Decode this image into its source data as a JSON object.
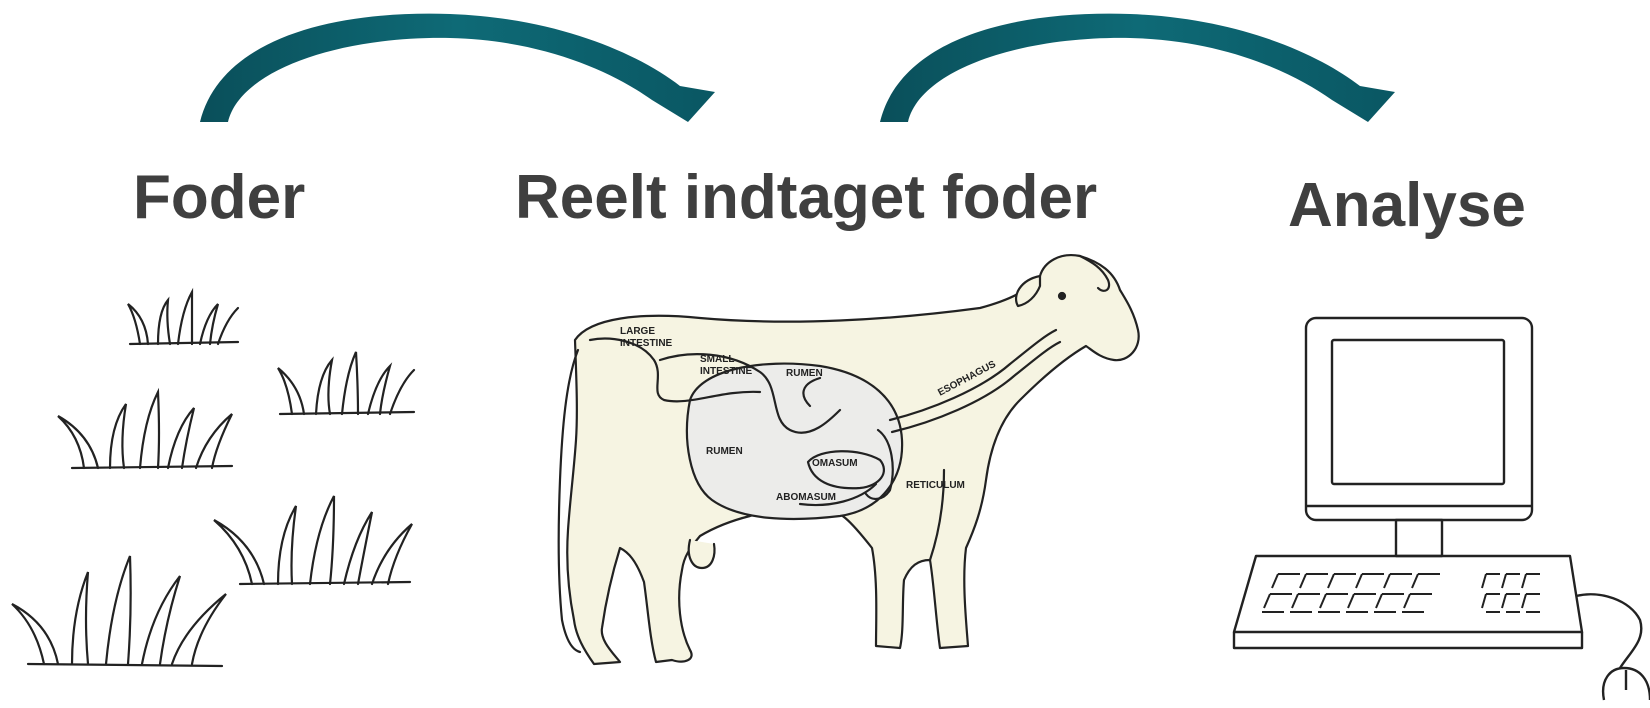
{
  "steps": [
    {
      "label": "Foder"
    },
    {
      "label": "Reelt indtaget foder"
    },
    {
      "label": "Analyse"
    }
  ],
  "cow_labels": {
    "large_intestine": [
      "LARGE",
      "INTESTINE"
    ],
    "small_intestine": [
      "SMALL",
      "INTESTINE"
    ],
    "rumen_top": "RUMEN",
    "rumen_left": "RUMEN",
    "omasum": "OMASUM",
    "abomasum": "ABOMASUM",
    "reticulum": "RETICULUM",
    "esophagus": "ESOPHAGUS"
  },
  "colors": {
    "arrow": "#0b5a66",
    "title_text": "#3f3f3f",
    "cow_fill": "#f6f4e2"
  }
}
